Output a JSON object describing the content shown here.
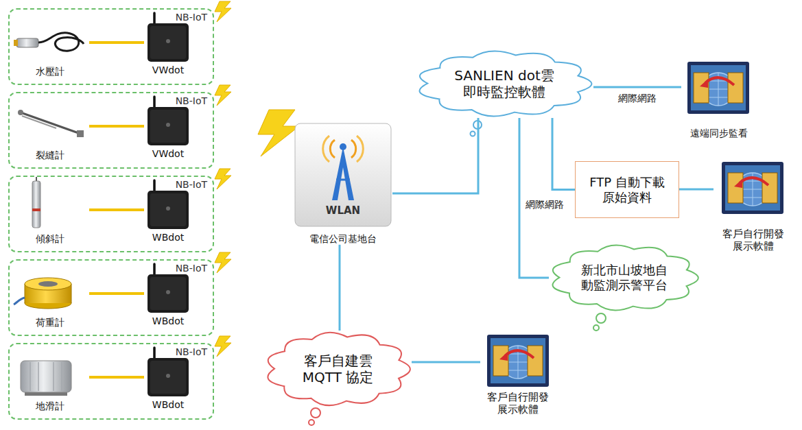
{
  "diagram": {
    "nodes": [
      {
        "text": [
          "NB-IoT"
        ]
      },
      {
        "text": [
          "水壓計"
        ],
        "in": 0
      },
      {
        "text": [
          "VWdot"
        ],
        "in": 0
      },
      {
        "text": [
          "NB-IoT"
        ]
      },
      {
        "text": [
          "裂縫計"
        ],
        "in": 3
      },
      {
        "text": [
          "VWdot"
        ],
        "in": 3
      },
      {
        "text": [
          "NB-IoT"
        ]
      },
      {
        "text": [
          "傾斜計"
        ],
        "in": 6
      },
      {
        "text": [
          "WBdot"
        ],
        "in": 6
      },
      {
        "text": [
          "NB-IoT"
        ]
      },
      {
        "text": [
          "荷重計"
        ],
        "in": 9
      },
      {
        "text": [
          "WBdot"
        ],
        "in": 9
      },
      {
        "text": [
          "NB-IoT"
        ]
      },
      {
        "text": [
          "地滑計"
        ],
        "in": 12
      },
      {
        "text": [
          "WBdot"
        ],
        "in": 12
      },
      {
        "text": [
          "WLAN",
          "電信公司基地台"
        ]
      },
      {
        "text": [
          "SANLIEN dot雲 即時監控軟體"
        ]
      },
      {
        "text": [
          "遠端同步監看"
        ]
      },
      {
        "text": [
          "FTP 自動下載 原始資料"
        ]
      },
      {
        "text": [
          "客戶自行開發 展示軟體"
        ]
      },
      {
        "text": [
          "新北市山坡地自 動監測示警平台"
        ]
      },
      {
        "text": [
          "客戶自建雲 MQTT 協定"
        ]
      },
      {
        "text": [
          "客戶自行開發 展示軟體"
        ]
      }
    ],
    "edges": [
      {
        "from": 1,
        "to": 2,
        "arrow": "none"
      },
      {
        "from": 4,
        "to": 5,
        "arrow": "none"
      },
      {
        "from": 7,
        "to": 8,
        "arrow": "none"
      },
      {
        "from": 10,
        "to": 11,
        "arrow": "none"
      },
      {
        "from": 13,
        "to": 14,
        "arrow": "none"
      },
      {
        "from": 15,
        "to": 16,
        "arrow": "none"
      },
      {
        "from": 16,
        "to": 17,
        "label": "網際網路",
        "arrow": "none"
      },
      {
        "from": 16,
        "to": 18,
        "arrow": "none"
      },
      {
        "from": 18,
        "to": 19,
        "arrow": "none"
      },
      {
        "from": 16,
        "to": 20,
        "label": "網際網路",
        "arrow": "none"
      },
      {
        "from": 15,
        "to": 21,
        "arrow": "none"
      },
      {
        "from": 21,
        "to": 22,
        "arrow": "none"
      }
    ]
  }
}
